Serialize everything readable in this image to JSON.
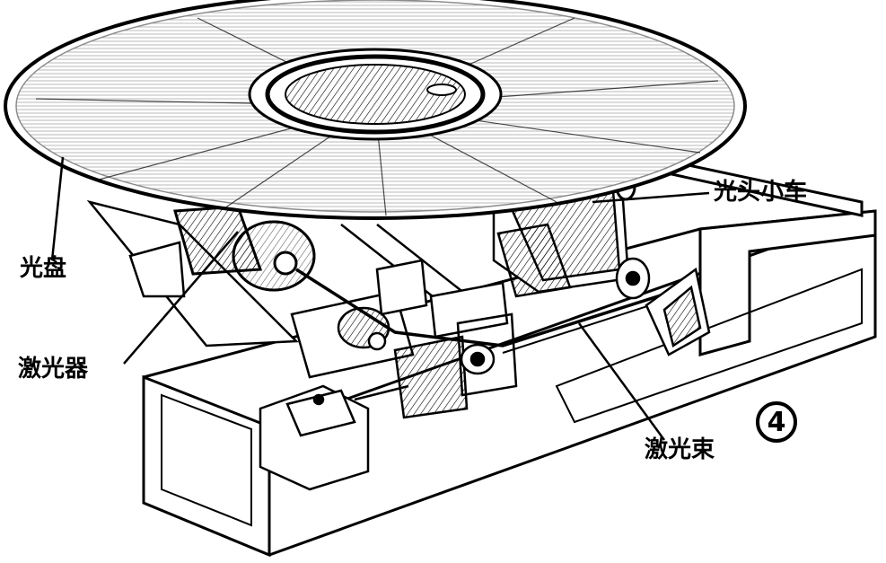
{
  "labels": {
    "disc": "光盘",
    "laser": "激光器",
    "pickup_carriage": "光头小车",
    "laser_beam": "激光束"
  },
  "figure_number": "4",
  "colors": {
    "ink": "#000000",
    "paper": "#ffffff"
  }
}
